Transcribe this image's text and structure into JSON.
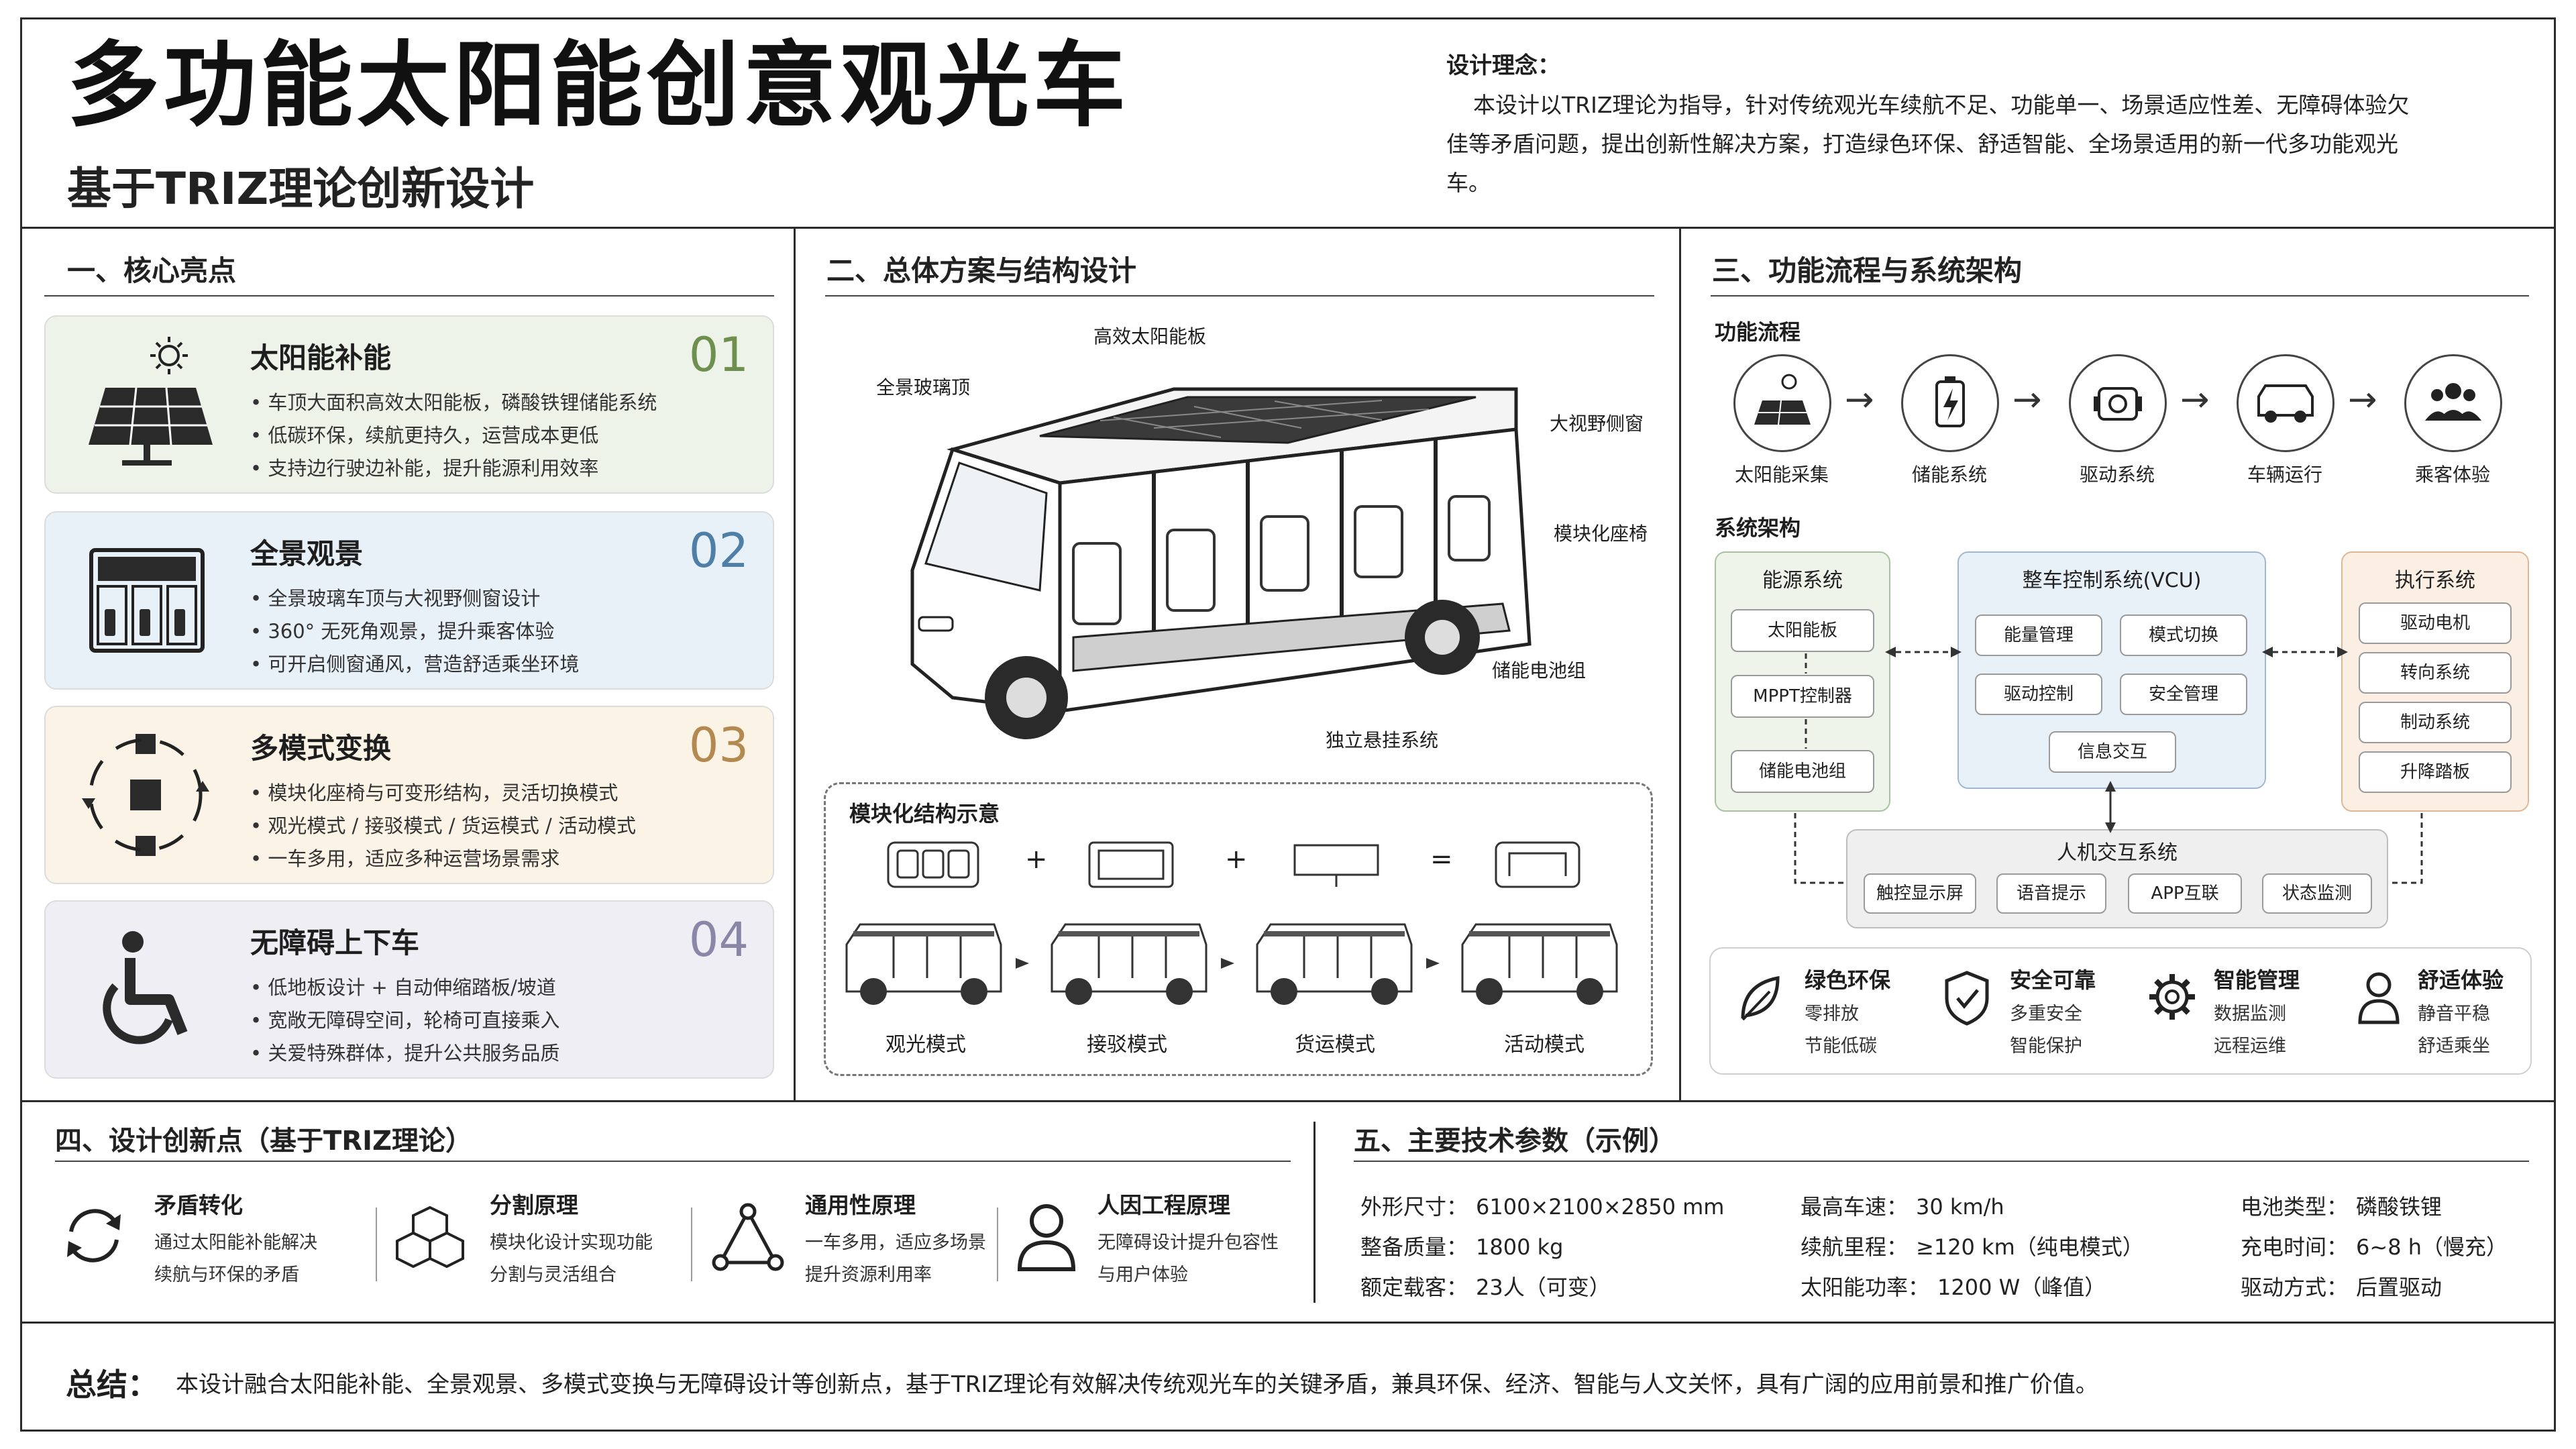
{
  "header": {
    "title": "多功能太阳能创意观光车",
    "subtitle": "基于TRIZ理论创新设计",
    "concept_title": "设计理念：",
    "concept_body": "本设计以TRIZ理论为指导，针对传统观光车续航不足、功能单一、场景适应性差、无障碍体验欠佳等矛盾问题，提出创新性解决方案，打造绿色环保、舒适智能、全场景适用的新一代多功能观光车。"
  },
  "section1": {
    "title": "一、核心亮点",
    "cards": [
      {
        "title": "太阳能补能",
        "num": "01",
        "bullets": [
          "车顶大面积高效太阳能板，磷酸铁锂储能系统",
          "低碳环保，续航更持久，运营成本更低",
          "支持边行驶边补能，提升能源利用效率"
        ],
        "bg": "#eef3ea",
        "num_color": "#6f8f4e"
      },
      {
        "title": "全景观景",
        "num": "02",
        "bullets": [
          "全景玻璃车顶与大视野侧窗设计",
          "360° 无死角观景，提升乘客体验",
          "可开启侧窗通风，营造舒适乘坐环境"
        ],
        "bg": "#e8f1f8",
        "num_color": "#4f7ea6"
      },
      {
        "title": "多模式变换",
        "num": "03",
        "bullets": [
          "模块化座椅与可变形结构，灵活切换模式",
          "观光模式 / 接驳模式 / 货运模式 / 活动模式",
          "一车多用，适应多种运营场景需求"
        ],
        "bg": "#fbf3e6",
        "num_color": "#b3894f"
      },
      {
        "title": "无障碍上下车",
        "num": "04",
        "bullets": [
          "低地板设计 + 自动伸缩踏板/坡道",
          "宽敞无障碍空间，轮椅可直接乘入",
          "关爱特殊群体，提升公共服务品质"
        ],
        "bg": "#efeef4",
        "num_color": "#8a86a8"
      }
    ]
  },
  "section2": {
    "title": "二、总体方案与结构设计",
    "callouts": {
      "solar": "高效太阳能板",
      "glass": "全景玻璃顶",
      "window": "大视野侧窗",
      "seat": "模块化座椅",
      "battery": "储能电池组",
      "suspension": "独立悬挂系统"
    },
    "module_title": "模块化结构示意",
    "module_ops": [
      "+",
      "+",
      "="
    ],
    "modes": [
      "观光模式",
      "接驳模式",
      "货运模式",
      "活动模式"
    ]
  },
  "section3": {
    "title": "三、功能流程与系统架构",
    "flow_title": "功能流程",
    "flow": [
      {
        "label": "太阳能采集",
        "icon": "solar-panel-icon"
      },
      {
        "label": "储能系统",
        "icon": "battery-icon"
      },
      {
        "label": "驱动系统",
        "icon": "motor-icon"
      },
      {
        "label": "车辆运行",
        "icon": "vehicle-icon"
      },
      {
        "label": "乘客体验",
        "icon": "passengers-icon"
      }
    ],
    "arch_title": "系统架构",
    "energy": {
      "title": "能源系统",
      "items": [
        "太阳能板",
        "MPPT控制器",
        "储能电池组"
      ]
    },
    "vcu": {
      "title": "整车控制系统(VCU)",
      "items": [
        "能量管理",
        "模式切换",
        "驱动控制",
        "安全管理",
        "信息交互"
      ]
    },
    "exec": {
      "title": "执行系统",
      "items": [
        "驱动电机",
        "转向系统",
        "制动系统",
        "升降踏板"
      ]
    },
    "hmi": {
      "title": "人机交互系统",
      "items": [
        "触控显示屏",
        "语音提示",
        "APP互联",
        "状态监测"
      ]
    },
    "features": [
      {
        "title": "绿色环保",
        "l1": "零排放",
        "l2": "节能低碳",
        "icon": "leaf-icon"
      },
      {
        "title": "安全可靠",
        "l1": "多重安全",
        "l2": "智能保护",
        "icon": "shield-icon"
      },
      {
        "title": "智能管理",
        "l1": "数据监测",
        "l2": "远程运维",
        "icon": "gear-icon"
      },
      {
        "title": "舒适体验",
        "l1": "静音平稳",
        "l2": "舒适乘坐",
        "icon": "person-icon"
      }
    ]
  },
  "section4": {
    "title": "四、设计创新点（基于TRIZ理论）",
    "items": [
      {
        "title": "矛盾转化",
        "l1": "通过太阳能补能解决",
        "l2": "续航与环保的矛盾",
        "icon": "cycle-icon"
      },
      {
        "title": "分割原理",
        "l1": "模块化设计实现功能",
        "l2": "分割与灵活组合",
        "icon": "cubes-icon"
      },
      {
        "title": "通用性原理",
        "l1": "一车多用，适应多场景",
        "l2": "提升资源利用率",
        "icon": "network-icon"
      },
      {
        "title": "人因工程原理",
        "l1": "无障碍设计提升包容性",
        "l2": "与用户体验",
        "icon": "user-icon"
      }
    ]
  },
  "section5": {
    "title": "五、主要技术参数（示例）",
    "params": [
      {
        "k": "外形尺寸：",
        "v": "6100×2100×2850 mm"
      },
      {
        "k": "最高车速：",
        "v": "30 km/h"
      },
      {
        "k": "电池类型：",
        "v": "磷酸铁锂"
      },
      {
        "k": "整备质量：",
        "v": "1800 kg"
      },
      {
        "k": "续航里程：",
        "v": "≥120 km（纯电模式）"
      },
      {
        "k": "充电时间：",
        "v": "6~8 h（慢充）"
      },
      {
        "k": "额定载客：",
        "v": "23人（可变）"
      },
      {
        "k": "太阳能功率：",
        "v": "1200 W（峰值）"
      },
      {
        "k": "驱动方式：",
        "v": "后置驱动"
      }
    ]
  },
  "summary": {
    "label": "总结：",
    "text": "本设计融合太阳能补能、全景观景、多模式变换与无障碍设计等创新点，基于TRIZ理论有效解决传统观光车的关键矛盾，兼具环保、经济、智能与人文关怀，具有广阔的应用前景和推广价值。"
  }
}
